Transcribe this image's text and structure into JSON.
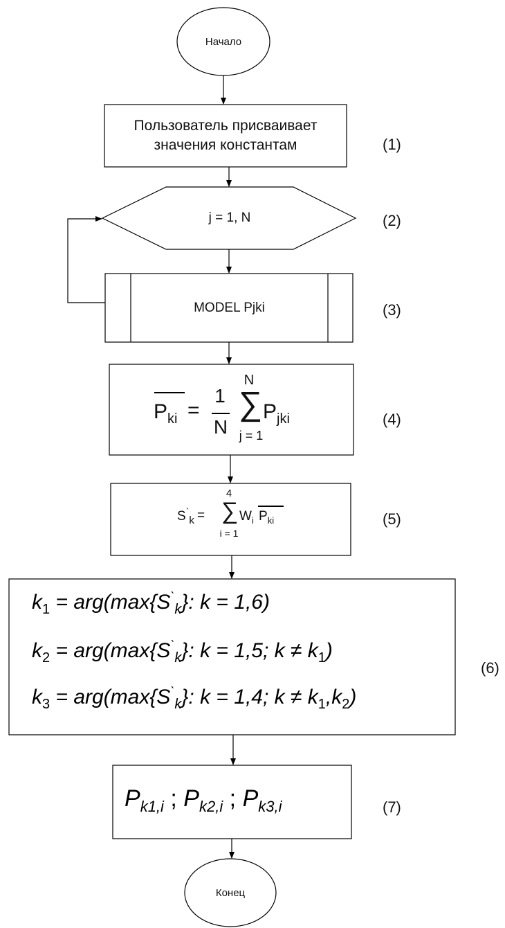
{
  "start": "Начало",
  "step1": {
    "line1": "Пользователь присваивает",
    "line2": "значения константам",
    "num": "(1)"
  },
  "step2": {
    "text": "j = 1, N",
    "num": "(2)"
  },
  "step3": {
    "text": "MODEL Pjki",
    "num": "(3)"
  },
  "step4": {
    "p": "P",
    "ki": "ki",
    "eq": "=",
    "one": "1",
    "n_den": "N",
    "sigma": "∑",
    "n_top": "N",
    "j_bot": "j = 1",
    "pjki": "P",
    "jki": "jki",
    "num": "(4)"
  },
  "step5": {
    "s": "S",
    "prime": "`",
    "k": "k",
    "eq": "=",
    "sigma": "∑",
    "top": "4",
    "bot": "i = 1",
    "w": "W",
    "i": "i",
    "p": "P",
    "ki": "ki",
    "num": "(5)"
  },
  "step6": {
    "line1": {
      "k": "k",
      "sub": "1",
      "rest": "= arg(max{S",
      "prime": "`",
      "ks": "k",
      "tail": "}: k = 1,6)"
    },
    "line2": {
      "k": "k",
      "sub": "2",
      "rest": "= arg(max{S",
      "prime": "`",
      "ks": "k",
      "tail": "}: k = 1,5; k ≠ k",
      "tailsub": "1",
      "tailend": ")"
    },
    "line3": {
      "k": "k",
      "sub": "3",
      "rest": "= arg(max{S",
      "prime": "`",
      "ks": "k",
      "tail": "}: k = 1,4; k ≠ k",
      "tailsub": "1",
      "mid": ",k",
      "midsub": "2",
      "tailend": ")"
    },
    "num": "(6)"
  },
  "step7": {
    "p1": "P",
    "s1": "k1,i",
    "sep1": " ; ",
    "p2": "P",
    "s2": "k2,i",
    "sep2": " ; ",
    "p3": "P",
    "s3": "k3,i",
    "num": "(7)"
  },
  "end": "Конец"
}
